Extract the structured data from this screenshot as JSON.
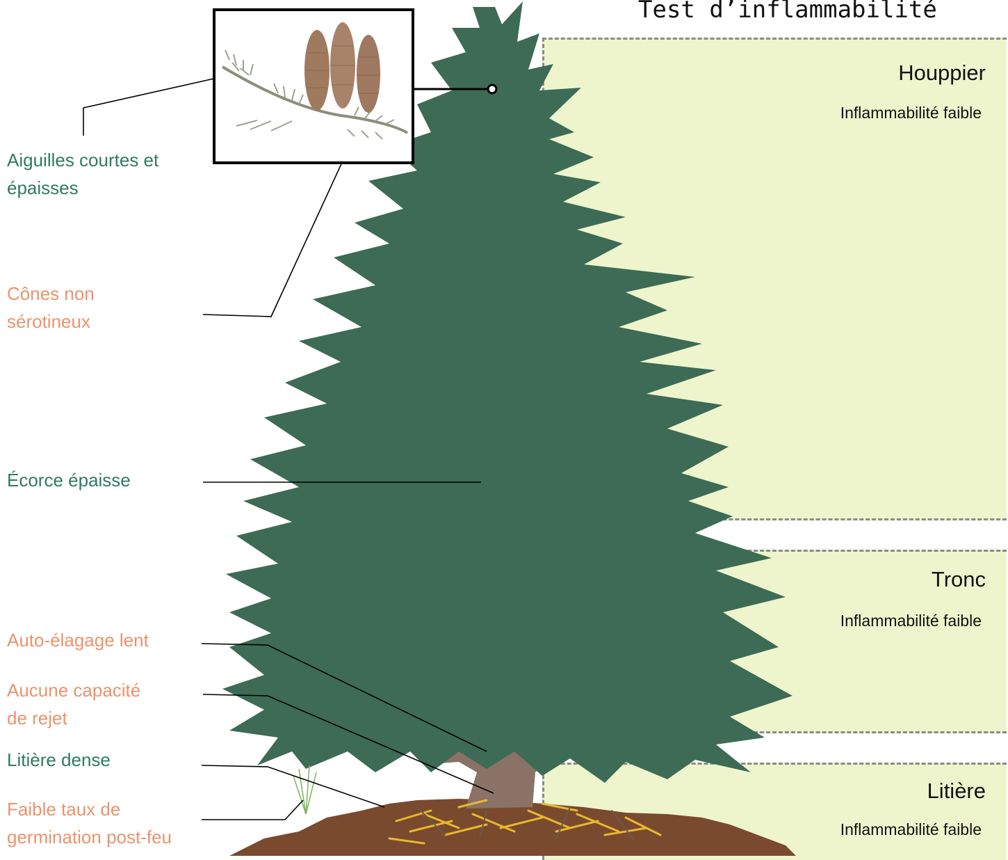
{
  "title": "Test d’inflammabilité",
  "zones": [
    {
      "name": "Houppier",
      "note": "Inflammabilité faible"
    },
    {
      "name": "Tronc",
      "note": "Inflammabilité faible"
    },
    {
      "name": "Litière",
      "note": "Inflammabilité faible"
    }
  ],
  "labels": [
    {
      "text_line1": "Aiguilles courtes et",
      "text_line2": "épaisses",
      "color": "#2f7a62"
    },
    {
      "text_line1": "Cônes non",
      "text_line2": "sérotineux",
      "color": "#ec926d"
    },
    {
      "text_line1": "Écorce épaisse",
      "color": "#2f7a62"
    },
    {
      "text_line1": "Auto-élagage lent",
      "color": "#ec926d"
    },
    {
      "text_line1": "Aucune capacité",
      "text_line2": "de rejet",
      "color": "#ec926d"
    },
    {
      "text_line1": "Litière dense",
      "color": "#2f7a62"
    },
    {
      "text_line1": "Faible taux de",
      "text_line2": "germination post-feu",
      "color": "#ec926d"
    }
  ],
  "colors": {
    "tree": "#3d6b55",
    "panel": "#eef5cd",
    "trunk": "#8a7266",
    "soil": "#7a4a2e",
    "needles": "#e8b830"
  }
}
